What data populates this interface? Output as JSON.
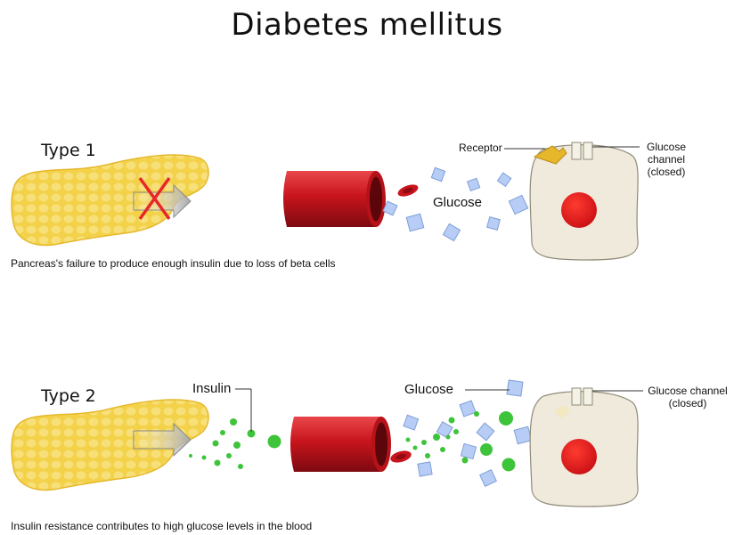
{
  "title": "Diabetes mellitus",
  "type1": {
    "label": "Type 1",
    "caption": "Pancreas's failure to produce  enough insulin due to loss of beta cells",
    "glucose_label": "Glucose",
    "receptor_label": "Receptor",
    "channel_label_line1": "Glucose",
    "channel_label_line2": "channel",
    "channel_label_line3": "(closed)"
  },
  "type2": {
    "label": "Type 2",
    "caption": "Insulin resistance contributes to high glucose levels in the blood",
    "insulin_label": "Insulin",
    "glucose_label": "Glucose",
    "channel_label_line1": "Glucose channel",
    "channel_label_line2": "(closed)"
  },
  "colors": {
    "pancreas": "#f3d24a",
    "vessel": "#c8141c",
    "cell": "#efeadb",
    "nucleus": "#e0191e",
    "insulin": "#3ec43a",
    "glucose": "#a9c3f2",
    "cross": "#e8262a"
  }
}
